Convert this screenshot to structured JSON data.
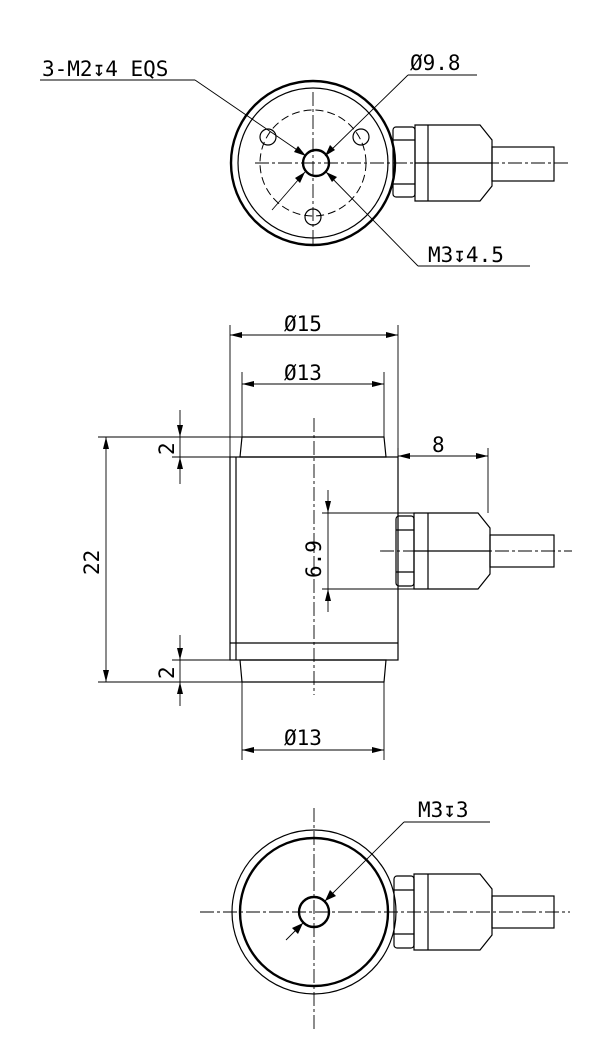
{
  "top_view": {
    "label_holes": "3-M2↧4 EQS",
    "label_pcd": "Ø9.8",
    "label_center": "M3↧4.5"
  },
  "side_view": {
    "label_outer_dia": "Ø15",
    "label_top_dia": "Ø13",
    "label_height": "22",
    "label_top_step": "2",
    "label_bottom_step": "2",
    "label_cable_offset": "8",
    "label_cable_dia": "6.9",
    "label_bottom_dia": "Ø13"
  },
  "bottom_view": {
    "label_center": "M3↧3"
  }
}
